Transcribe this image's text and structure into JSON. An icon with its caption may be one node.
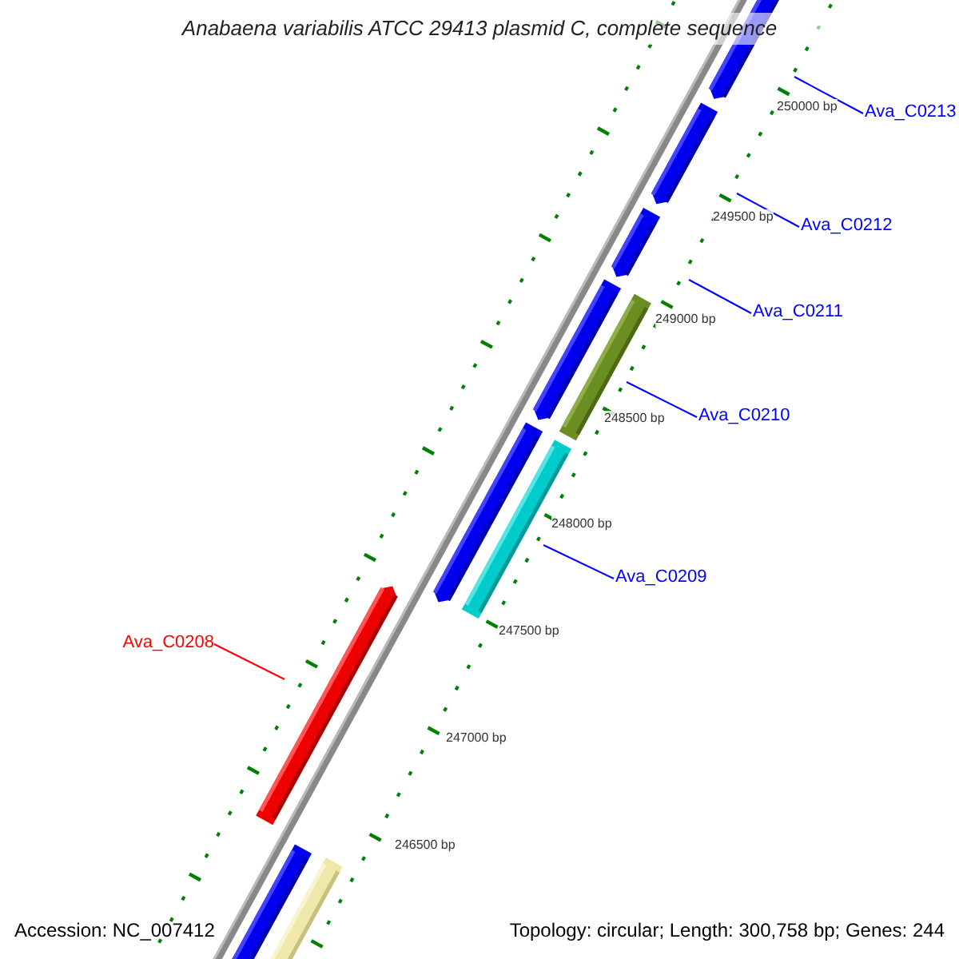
{
  "diagram": {
    "title": "Anabaena variabilis ATCC 29413 plasmid C, complete sequence",
    "nodes": [
      {
        "text": [
          "Ava_C0213"
        ]
      },
      {
        "text": [
          "Ava_C0212"
        ]
      },
      {
        "text": [
          "Ava_C0211"
        ]
      },
      {
        "text": [
          "Ava_C0210"
        ]
      },
      {
        "text": [
          "Ava_C0209"
        ]
      },
      {
        "text": [
          "Ava_C0208"
        ]
      }
    ],
    "edges": [
      {
        "from": 0,
        "to": null,
        "arrow": "none"
      },
      {
        "from": 1,
        "to": null,
        "arrow": "none"
      },
      {
        "from": 2,
        "to": null,
        "arrow": "none"
      },
      {
        "from": 3,
        "to": null,
        "arrow": "none"
      },
      {
        "from": 4,
        "to": null,
        "arrow": "none"
      },
      {
        "from": 5,
        "to": null,
        "arrow": "none",
        "color": "#ff0000"
      }
    ],
    "labels": [
      "250000 bp",
      "249500 bp",
      "249000 bp",
      "248500 bp",
      "248000 bp",
      "247500 bp",
      "247000 bp",
      "246500 bp",
      "Accession: NC_007412",
      "Topology: circular; Length: 300,758 bp; Genes: 244"
    ]
  }
}
